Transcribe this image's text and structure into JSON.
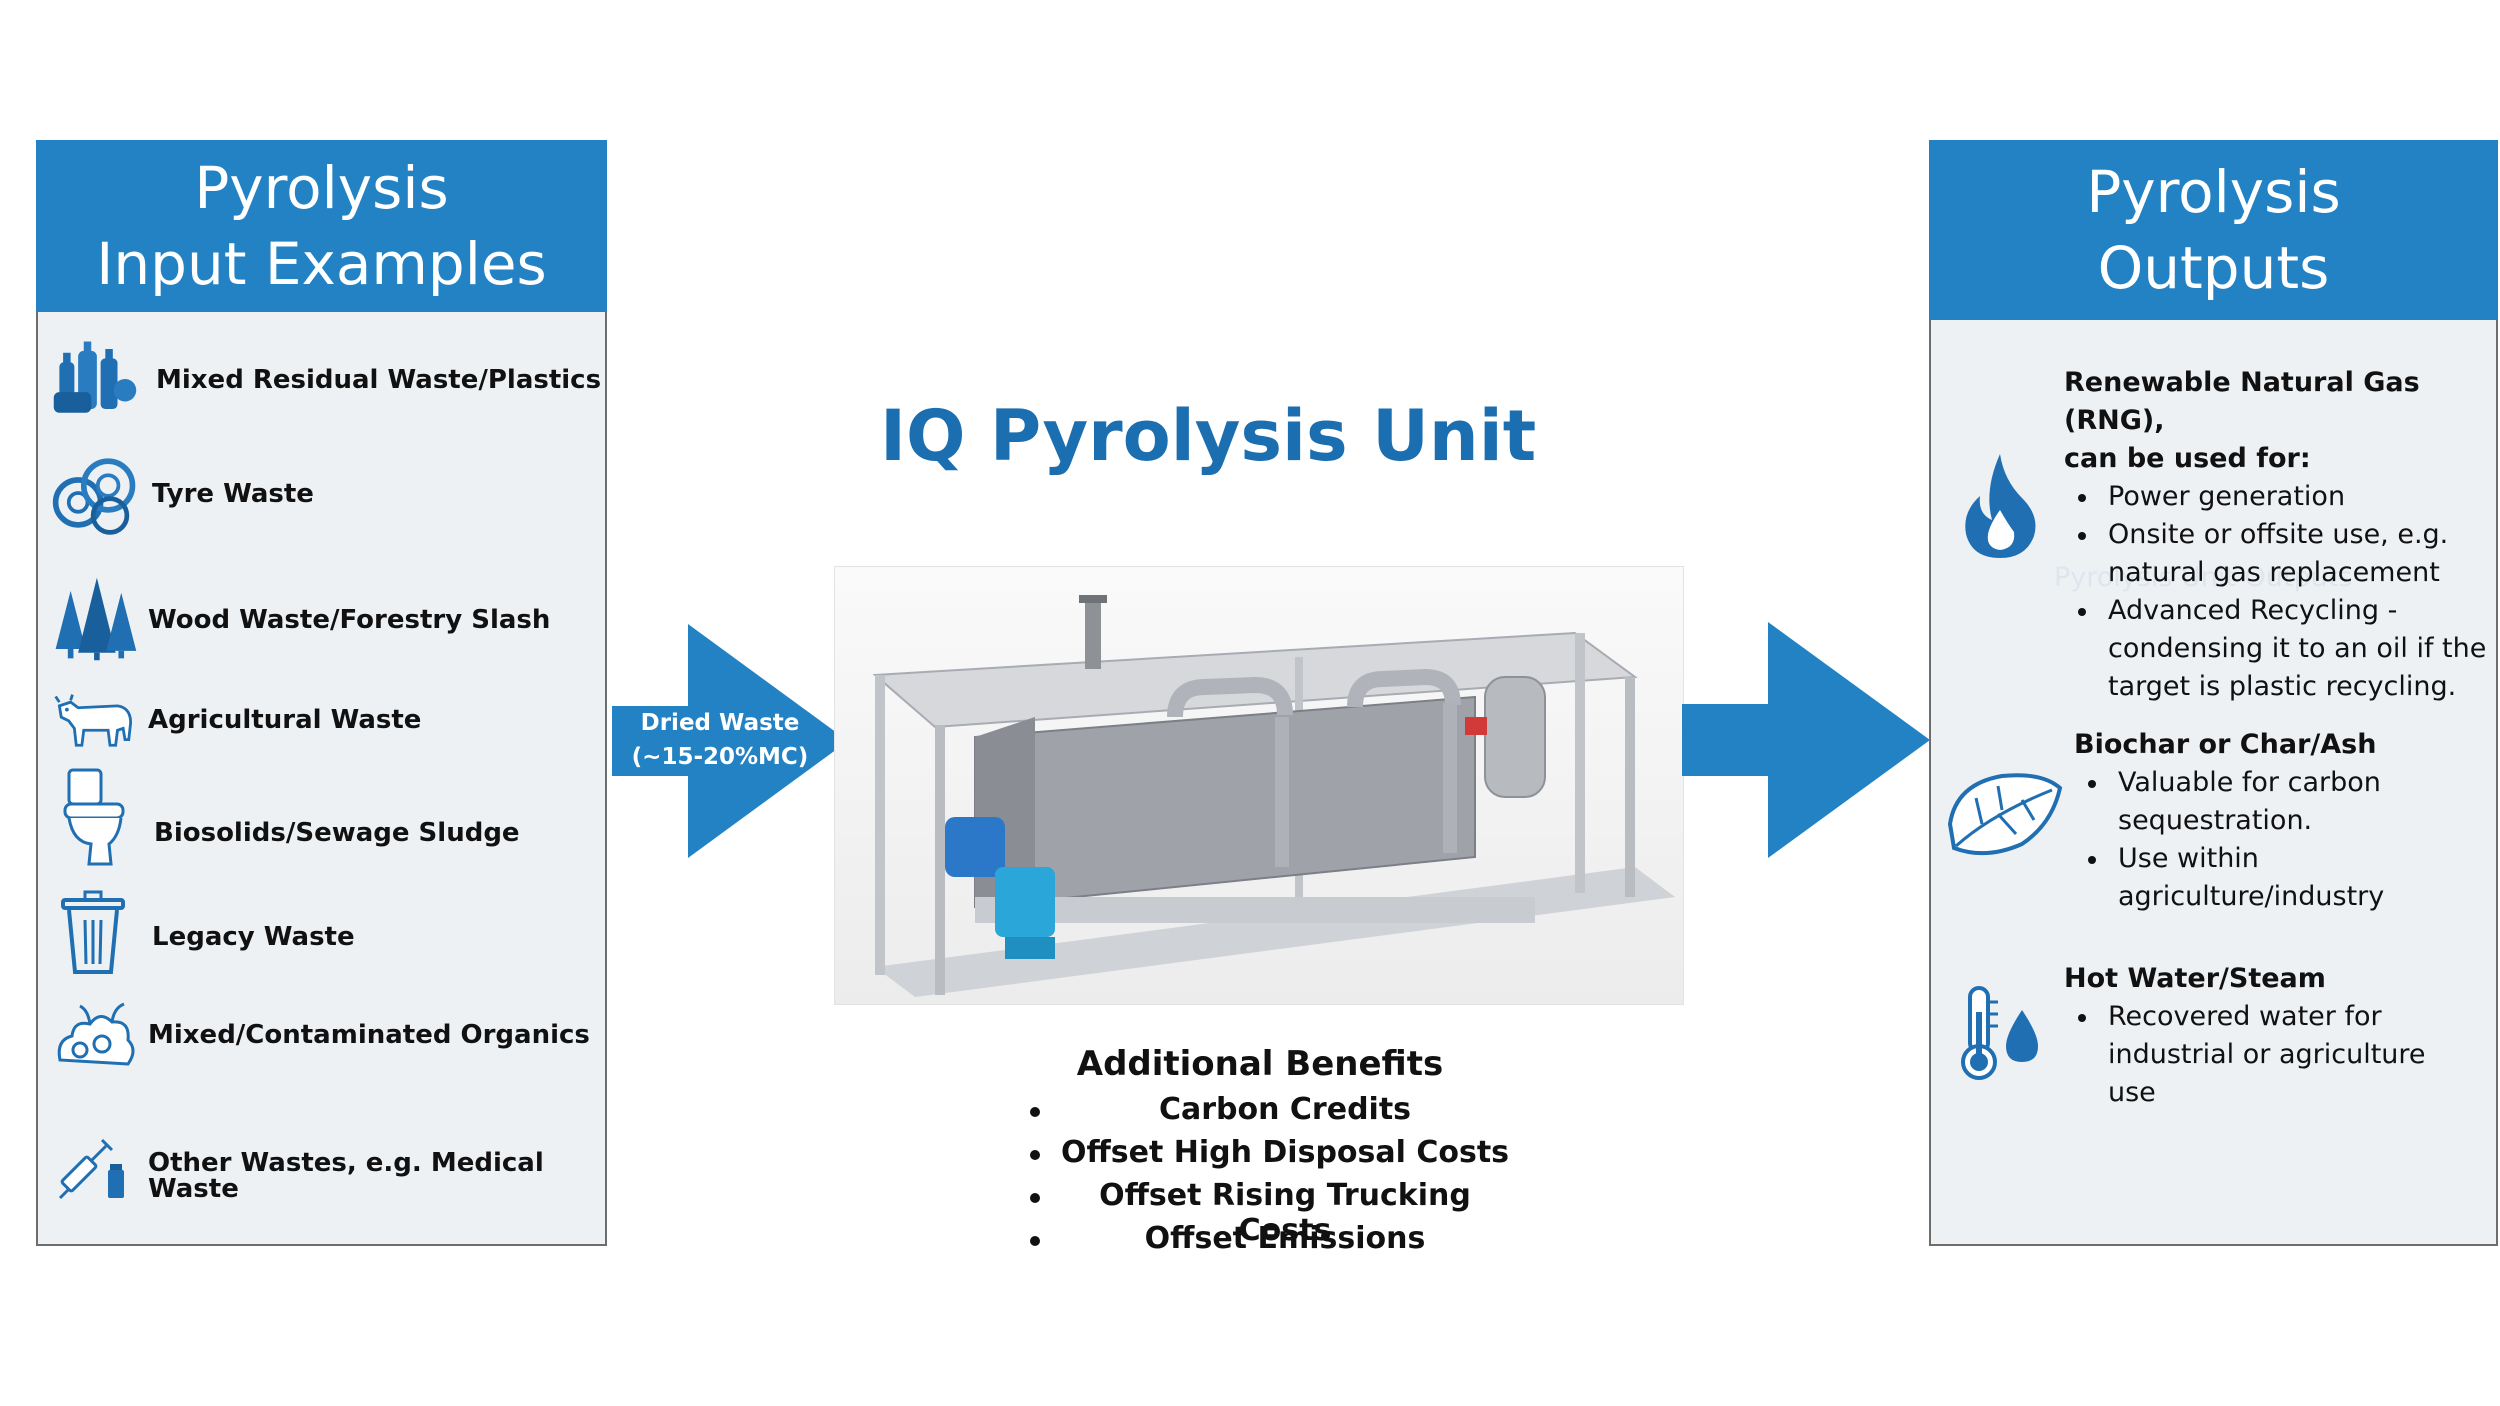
{
  "left_panel": {
    "title_line1": "Pyrolysis",
    "title_line2": "Input Examples",
    "items": [
      {
        "label": "Mixed Residual Waste/Plastics",
        "icon": "plastic-bottles-icon"
      },
      {
        "label": "Tyre Waste",
        "icon": "tyres-icon"
      },
      {
        "label": "Wood Waste/Forestry Slash",
        "icon": "trees-icon"
      },
      {
        "label": "Agricultural Waste",
        "icon": "cow-icon"
      },
      {
        "label": "Biosolids/Sewage Sludge",
        "icon": "toilet-icon"
      },
      {
        "label": "Legacy Waste",
        "icon": "trash-bin-icon"
      },
      {
        "label": "Mixed/Contaminated Organics",
        "icon": "organics-icon"
      },
      {
        "label_line1": "Other Wastes, e.g. Medical",
        "label_line2": "Waste",
        "icon": "syringe-vial-icon"
      }
    ]
  },
  "center": {
    "title": "IQ Pyrolysis Unit",
    "arrow_label_line1": "Dried Waste",
    "arrow_label_line2": "(~15-20%MC)",
    "benefits_title": "Additional Benefits",
    "benefits": [
      "Carbon Credits",
      "Offset High Disposal Costs",
      "Offset Rising Trucking Costs",
      "Offset Emissions"
    ]
  },
  "right_panel": {
    "title_line1": "Pyrolysis",
    "title_line2": "Outputs",
    "faint_text": "Pyrolysis Unit Outputs",
    "rng": {
      "title_line1": "Renewable Natural Gas (RNG),",
      "title_line2": "can be used for:",
      "items": [
        {
          "line1": "Power generation"
        },
        {
          "line1": "Onsite or offsite use, e.g.",
          "line2": "natural gas replacement"
        },
        {
          "line1": "Advanced Recycling -",
          "line2": "condensing it to an oil if the",
          "line3": "target is plastic recycling."
        }
      ],
      "icon": "flame-icon"
    },
    "biochar": {
      "title": "Biochar or Char/Ash",
      "items": [
        {
          "line1": "Valuable for carbon",
          "line2": "sequestration."
        },
        {
          "line1": "Use within",
          "line2": "agriculture/industry"
        }
      ],
      "icon": "leaf-icon"
    },
    "hot_water": {
      "title": "Hot Water/Steam",
      "items": [
        {
          "line1": "Recovered water for",
          "line2": "industrial or agriculture",
          "line3": "use"
        }
      ],
      "icon": "thermometer-drop-icon"
    }
  },
  "colors": {
    "accent": "#2282c4",
    "title_blue": "#1b6fb0",
    "icon_blue": "#1f6fb2",
    "panel_bg": "#eef1f4"
  }
}
